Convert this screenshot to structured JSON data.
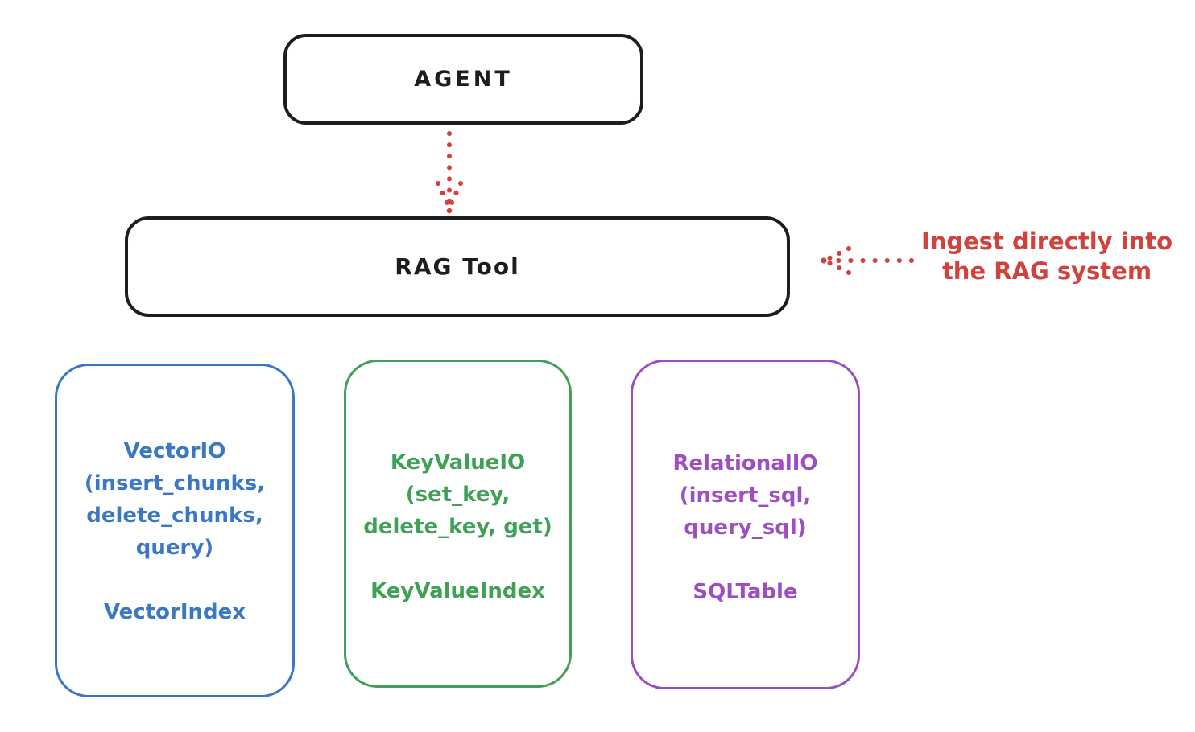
{
  "colors": {
    "black": "#1d1d1d",
    "red": "#d1423c",
    "blue": "#3b78c2",
    "green": "#41a057",
    "purple": "#9d4ec1",
    "background": "#ffffff"
  },
  "diagram": {
    "agent_box": {
      "label": "AGENT"
    },
    "rag_tool_box": {
      "label": "RAG Tool"
    },
    "annotation": {
      "line1": "Ingest directly into",
      "line2": "the RAG system"
    },
    "io_boxes": [
      {
        "id": "vector-io",
        "color": "#3b78c2",
        "lines": [
          "VectorIO",
          "(insert_chunks,",
          "delete_chunks,",
          "query)"
        ],
        "index_label": "VectorIndex"
      },
      {
        "id": "keyvalue-io",
        "color": "#41a057",
        "lines": [
          "KeyValueIO",
          "(set_key,",
          "delete_key, get)"
        ],
        "index_label": "KeyValueIndex"
      },
      {
        "id": "relational-io",
        "color": "#9d4ec1",
        "lines": [
          "RelationalIO",
          "(insert_sql,",
          "query_sql)"
        ],
        "index_label": "SQLTable"
      }
    ]
  }
}
